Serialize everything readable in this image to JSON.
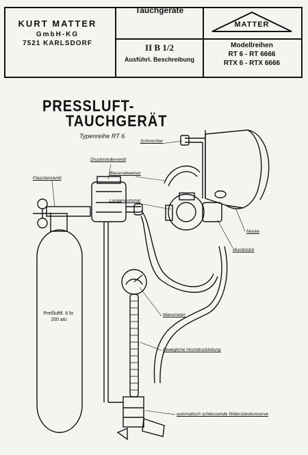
{
  "header": {
    "company_line1": "KURT MATTER",
    "company_line2": "GmbH-KG",
    "company_line3": "7521 KARLSDORF",
    "title": "Tauchgeräte",
    "logo_text": "MATTER",
    "code": "II B 1/2",
    "description": "Ausführl. Beschreibung",
    "models_heading": "Modellreihen",
    "models_line1": "RT 6 - RT 6666",
    "models_line2": "RTX 6 - RTX 6666"
  },
  "drawing": {
    "title_line1": "PRESSLUFT-",
    "title_line2": "TAUCHGERÄT",
    "subtitle": "Typenreihe RT 6",
    "tank_text_line1": "Preßluftfl. 6 ltr.",
    "tank_text_line2": "200 atü",
    "labels": {
      "schnorchel": "Schnorchel",
      "druckminderventil": "Druckminderventil",
      "blasenabweiser": "Blasenabweiser",
      "flaschenventil": "Flaschenventil",
      "lungenautomat": "Lungenautomat",
      "maske": "Maske",
      "mundstueck": "Mundstück",
      "manometer": "Manometer",
      "hochdruckleitung": "bewegliche Hochdruckleitung",
      "reserve": "automatisch schliessende Widerstandsreserve"
    }
  }
}
